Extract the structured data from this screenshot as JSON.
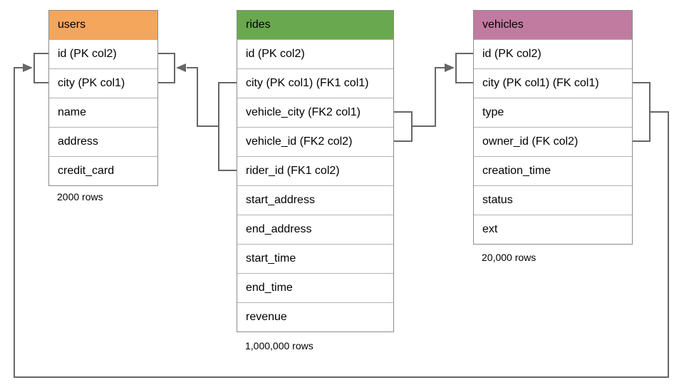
{
  "diagram": {
    "type": "database-schema",
    "connector_color": "#666666",
    "tables": [
      {
        "id": "users",
        "title": "users",
        "header_color": "#f4a65d",
        "row_count_label": "2000 rows",
        "columns": [
          "id (PK col2)",
          "city (PK col1)",
          "name",
          "address",
          "credit_card"
        ]
      },
      {
        "id": "rides",
        "title": "rides",
        "header_color": "#6aa84f",
        "row_count_label": "1,000,000 rows",
        "columns": [
          "id (PK col2)",
          "city (PK col1) (FK1 col1)",
          "vehicle_city (FK2 col1)",
          "vehicle_id (FK2 col2)",
          "rider_id (FK1 col2)",
          "start_address",
          "end_address",
          "start_time",
          "end_time",
          "revenue"
        ]
      },
      {
        "id": "vehicles",
        "title": "vehicles",
        "header_color": "#c27ba0",
        "row_count_label": "20,000 rows",
        "columns": [
          "id (PK col2)",
          "city (PK col1) (FK col1)",
          "type",
          "owner_id (FK col2)",
          "creation_time",
          "status",
          "ext"
        ]
      }
    ]
  }
}
